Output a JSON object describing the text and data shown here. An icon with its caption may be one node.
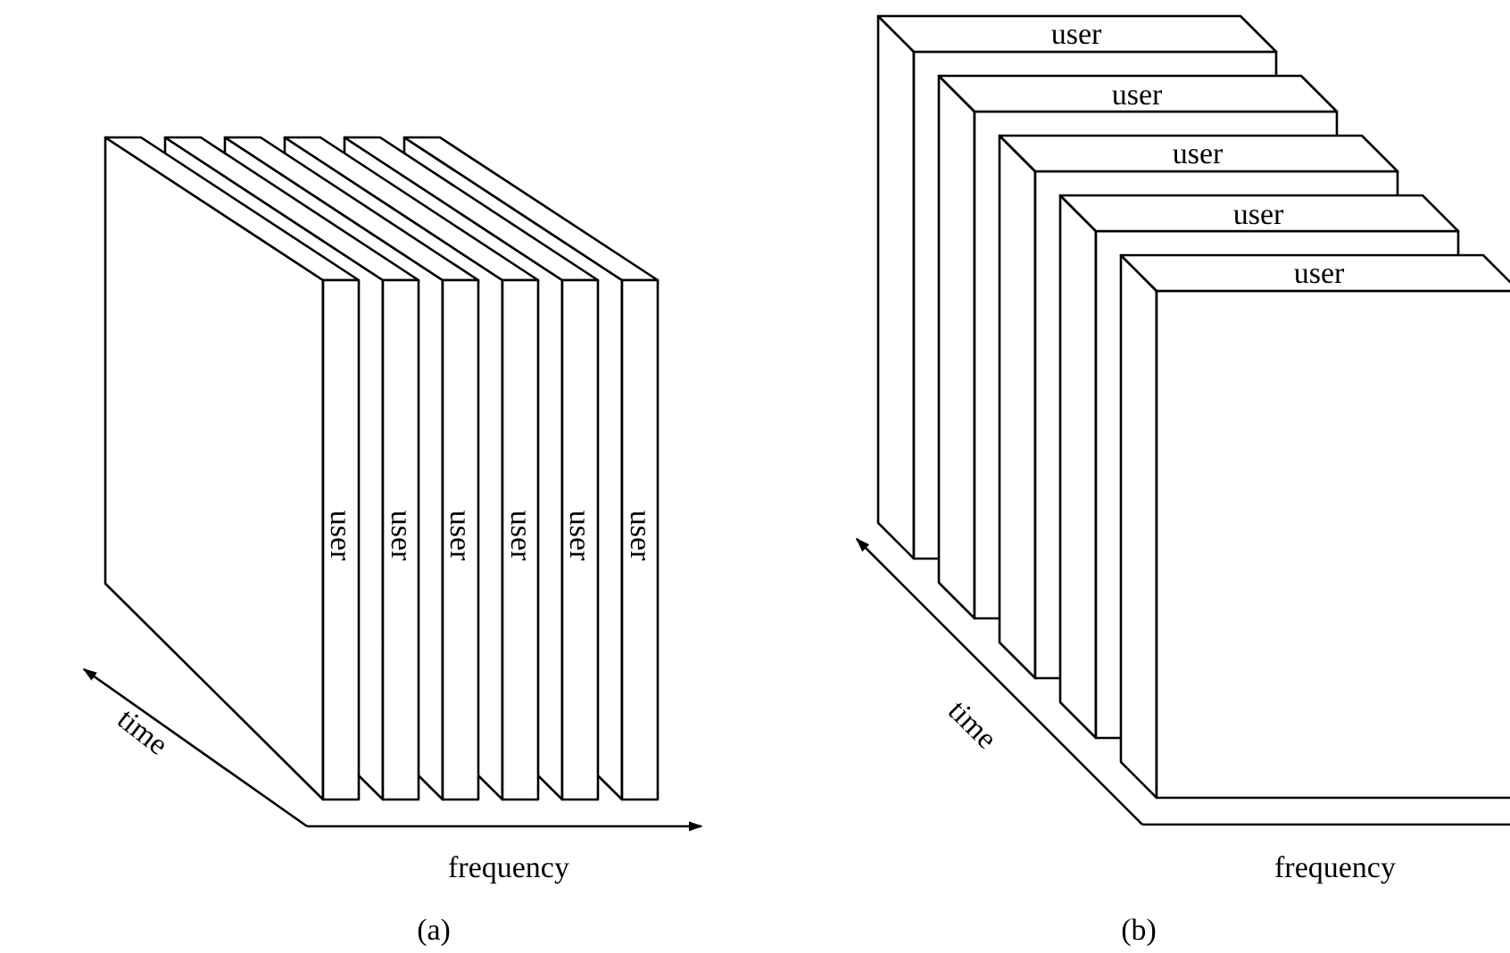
{
  "diagram": {
    "nodes": [
      {
        "text": [
          "user"
        ]
      },
      {
        "text": [
          "user"
        ]
      },
      {
        "text": [
          "user"
        ]
      },
      {
        "text": [
          "user"
        ]
      },
      {
        "text": [
          "user"
        ]
      },
      {
        "text": [
          "user"
        ]
      },
      {
        "text": [
          "user"
        ]
      },
      {
        "text": [
          "user"
        ]
      },
      {
        "text": [
          "user"
        ]
      },
      {
        "text": [
          "user"
        ]
      },
      {
        "text": [
          "user"
        ]
      }
    ],
    "edges": [],
    "labels": [
      "time",
      "frequency",
      "(a)",
      "time",
      "frequency",
      "(b)"
    ]
  }
}
